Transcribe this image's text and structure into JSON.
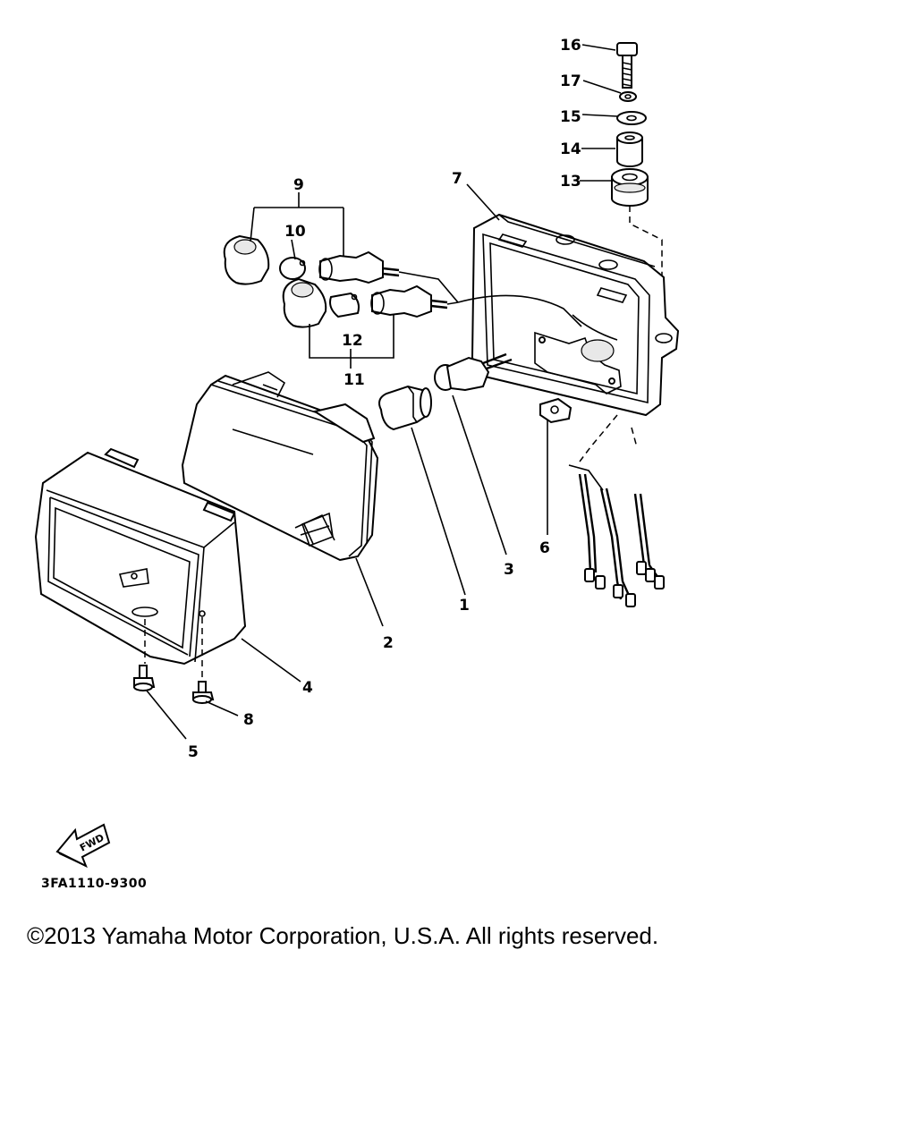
{
  "diagram": {
    "labels": {
      "p1": "1",
      "p2": "2",
      "p3": "3",
      "p4": "4",
      "p5": "5",
      "p6": "6",
      "p7": "7",
      "p8": "8",
      "p9": "9",
      "p10": "10",
      "p11": "11",
      "p12": "12",
      "p13": "13",
      "p14": "14",
      "p15": "15",
      "p16": "16",
      "p17": "17"
    },
    "fwd_arrow_text": "FWD",
    "drawing_code": "3FA1110-9300"
  },
  "footer": {
    "copyright": "©2013 Yamaha Motor Corporation, U.S.A. All rights reserved."
  }
}
